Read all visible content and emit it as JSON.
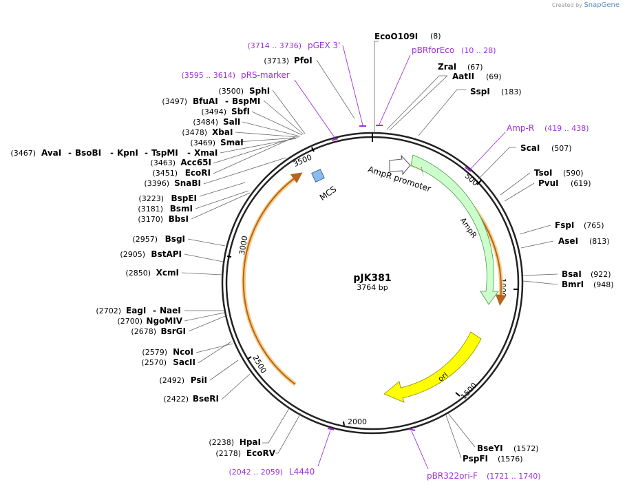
{
  "credit": {
    "prefix": "Created by",
    "brand": "SnapGene"
  },
  "plasmid": {
    "name": "pJK381",
    "size": "3764 bp"
  },
  "ticks": [
    "500",
    "1000",
    "1500",
    "2000",
    "2500",
    "3000",
    "3500"
  ],
  "features": {
    "ampr": "AmpR",
    "ampr_promoter": "AmpR promoter",
    "ori": "ori",
    "mcs": "MCS"
  },
  "sites": [
    {
      "name": "EcoO109I",
      "pos": "(8)"
    },
    {
      "name": "ZraI",
      "pos": "(67)"
    },
    {
      "name": "AatII",
      "pos": "(69)"
    },
    {
      "name": "SspI",
      "pos": "(183)"
    },
    {
      "name": "ScaI",
      "pos": "(507)"
    },
    {
      "name": "TsoI",
      "pos": "(590)"
    },
    {
      "name": "PvuI",
      "pos": "(619)"
    },
    {
      "name": "FspI",
      "pos": "(765)"
    },
    {
      "name": "AseI",
      "pos": "(813)"
    },
    {
      "name": "BsaI",
      "pos": "(922)"
    },
    {
      "name": "BmrI",
      "pos": "(948)"
    },
    {
      "name": "BseYI",
      "pos": "(1572)"
    },
    {
      "name": "PspFI",
      "pos": "(1576)"
    },
    {
      "name": "HpaI",
      "pos": "(2238)"
    },
    {
      "name": "EcoRV",
      "pos": "(2178)"
    },
    {
      "name": "BseRI",
      "pos": "(2422)"
    },
    {
      "name": "PsiI",
      "pos": "(2492)"
    },
    {
      "name": "NcoI",
      "pos": "(2579)"
    },
    {
      "name": "SacII",
      "pos": "(2570)"
    },
    {
      "name": "EagI",
      "pos": "(2702)"
    },
    {
      "name": "NaeI",
      "pos": ""
    },
    {
      "name": "NgoMIV",
      "pos": "(2700)"
    },
    {
      "name": "BsrGI",
      "pos": "(2678)"
    },
    {
      "name": "XcmI",
      "pos": "(2850)"
    },
    {
      "name": "BstAPI",
      "pos": "(2905)"
    },
    {
      "name": "BsgI",
      "pos": "(2957)"
    },
    {
      "name": "BspEI",
      "pos": "(3223)"
    },
    {
      "name": "BsmI",
      "pos": "(3181)"
    },
    {
      "name": "BbsI",
      "pos": "(3170)"
    },
    {
      "name": "SnaBI",
      "pos": "(3396)"
    },
    {
      "name": "EcoRI",
      "pos": "(3451)"
    },
    {
      "name": "Acc65I",
      "pos": "(3463)"
    },
    {
      "name": "AvaI",
      "pos": "(3467)"
    },
    {
      "name": "BsoBI",
      "pos": ""
    },
    {
      "name": "KpnI",
      "pos": ""
    },
    {
      "name": "TspMI",
      "pos": ""
    },
    {
      "name": "XmaI",
      "pos": ""
    },
    {
      "name": "SmaI",
      "pos": "(3469)"
    },
    {
      "name": "XbaI",
      "pos": "(3478)"
    },
    {
      "name": "SalI",
      "pos": "(3484)"
    },
    {
      "name": "SbfI",
      "pos": "(3494)"
    },
    {
      "name": "BfuAI",
      "pos": "(3497)"
    },
    {
      "name": "BspMI",
      "pos": ""
    },
    {
      "name": "SphI",
      "pos": "(3500)"
    },
    {
      "name": "PfoI",
      "pos": "(3713)"
    }
  ],
  "primers": [
    {
      "name": "pGEX 3'",
      "range": "(3714 .. 3736)"
    },
    {
      "name": "pBRforEco",
      "range": "(10 .. 28)"
    },
    {
      "name": "pRS-marker",
      "range": "(3595 .. 3614)"
    },
    {
      "name": "Amp-R",
      "range": "(419 .. 438)"
    },
    {
      "name": "pBR322ori-F",
      "range": "(1721 .. 1740)"
    },
    {
      "name": "L4440",
      "range": "(2042 .. 2059)"
    }
  ],
  "colors": {
    "ampr_fill": "#ccffcc",
    "ori_fill": "#ffff00",
    "mcs_fill": "#88bbee",
    "orf_line": "#b5651d",
    "orf_glow": "#f5c26b",
    "primer": "#9b30d9"
  }
}
